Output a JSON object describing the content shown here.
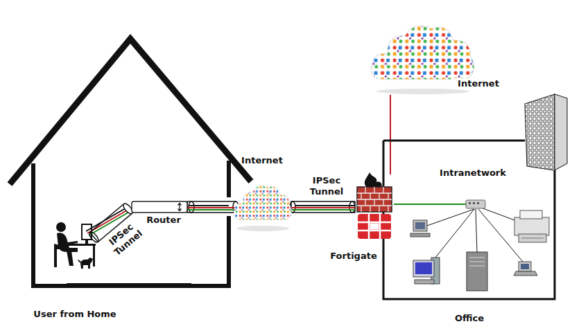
{
  "diagram": {
    "nodes": [
      {
        "text": [
          "User from Home"
        ]
      },
      {
        "text": [
          "Router"
        ]
      },
      {
        "text": [
          "Internet"
        ]
      },
      {
        "text": [
          "Internet"
        ]
      },
      {
        "text": [
          "Office"
        ]
      },
      {
        "text": [
          "Fortigate"
        ]
      }
    ],
    "edges": [
      {
        "from": 1,
        "to": 2,
        "arrow": "none"
      },
      {
        "from": 2,
        "to": 5,
        "label": "IPSec Tunnel",
        "arrow": "none"
      },
      {
        "from": 5,
        "to": 3,
        "arrow": "none"
      }
    ],
    "labels": [
      "IPSec Tunnel",
      "Intranetwork"
    ]
  }
}
